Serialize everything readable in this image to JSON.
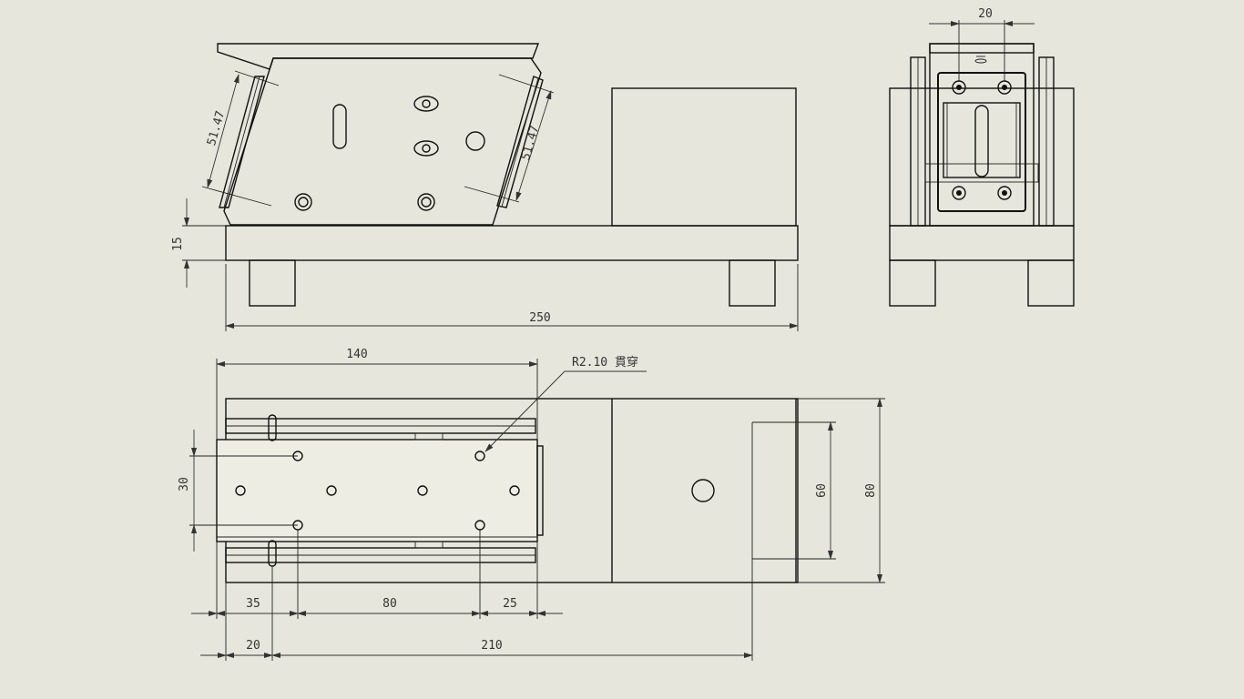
{
  "dimensions": {
    "height_15": "15",
    "length_250": "250",
    "angle_left": "51.47",
    "angle_right": "51.47",
    "top_width_20": "20",
    "length_140": "140",
    "hole_note": "R2.10 貫穿",
    "width_30": "30",
    "width_60": "60",
    "width_80": "80",
    "offset_35": "35",
    "pitch_80": "80",
    "offset_25": "25",
    "offset_20": "20",
    "length_210": "210"
  },
  "colors": {
    "background": "#e7e6dc",
    "line": "#111111"
  }
}
